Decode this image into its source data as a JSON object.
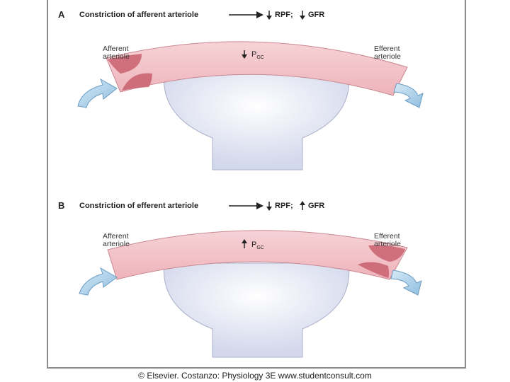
{
  "panel_a": {
    "letter": "A",
    "title": "Constriction of afferent arteriole",
    "rpf_label": "RPF;",
    "gfr_label": "GFR",
    "afferent_label_1": "Afferent",
    "afferent_label_2": "arteriole",
    "efferent_label_1": "Efferent",
    "efferent_label_2": "arteriole",
    "pressure_symbol": "P",
    "pressure_subscript": "GC"
  },
  "panel_b": {
    "letter": "B",
    "title": "Constriction of efferent arteriole",
    "rpf_label": "RPF;",
    "gfr_label": "GFR",
    "afferent_label_1": "Afferent",
    "afferent_label_2": "arteriole",
    "efferent_label_1": "Efferent",
    "efferent_label_2": "arteriole",
    "pressure_symbol": "P",
    "pressure_subscript": "GC"
  },
  "footer": "© Elsevier. Costanzo: Physiology 3E www.studentconsult.com",
  "colors": {
    "vessel": "#f3c2c8",
    "vessel_edge": "#c98891",
    "constriction": "#c9606e",
    "capsule": "#dde1f0",
    "flow_arrow": "#a9cfe8"
  }
}
